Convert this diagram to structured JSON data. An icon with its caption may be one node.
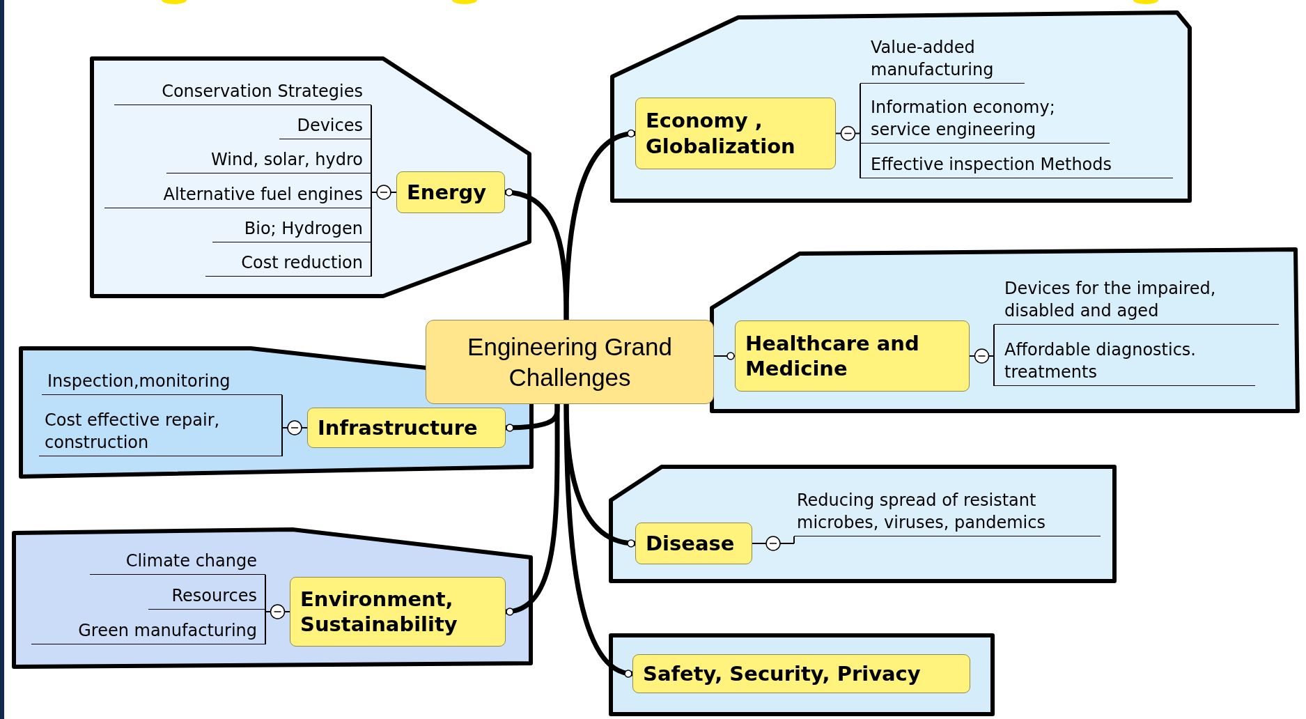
{
  "diagram": {
    "nodes": [
      {
        "text": [
          "Engineering Grand Challenges"
        ]
      },
      {
        "text": [],
        "shape": "box"
      },
      {
        "text": [
          "Energy"
        ],
        "in": 1
      },
      {
        "text": [
          "Conservation Strategies"
        ],
        "in": 1
      },
      {
        "text": [
          "Devices"
        ],
        "in": 1
      },
      {
        "text": [
          "Wind, solar, hydro"
        ],
        "in": 1
      },
      {
        "text": [
          "Alternative fuel engines"
        ],
        "in": 1
      },
      {
        "text": [
          "Bio; Hydrogen"
        ],
        "in": 1
      },
      {
        "text": [
          "Cost reduction"
        ],
        "in": 1
      },
      {
        "text": [],
        "shape": "box"
      },
      {
        "text": [
          "Economy , Globalization"
        ],
        "in": 9
      },
      {
        "text": [
          "Value-added manufacturing"
        ],
        "in": 9
      },
      {
        "text": [
          "Information economy; service engineering"
        ],
        "in": 9
      },
      {
        "text": [
          "Effective inspection Methods"
        ],
        "in": 9
      },
      {
        "text": [],
        "shape": "box"
      },
      {
        "text": [
          "Infrastructure"
        ],
        "in": 14
      },
      {
        "text": [
          "Inspection,monitoring"
        ],
        "in": 14
      },
      {
        "text": [
          "Cost effective repair, construction"
        ],
        "in": 14
      },
      {
        "text": [],
        "shape": "box"
      },
      {
        "text": [
          "Healthcare and Medicine"
        ],
        "in": 18
      },
      {
        "text": [
          "Devices for the impaired, disabled and aged"
        ],
        "in": 18
      },
      {
        "text": [
          "Affordable diagnostics. treatments"
        ],
        "in": 18
      },
      {
        "text": [],
        "shape": "box"
      },
      {
        "text": [
          "Disease"
        ],
        "in": 22
      },
      {
        "text": [
          "Reducing spread of resistant microbes, viruses, pandemics"
        ],
        "in": 22
      },
      {
        "text": [],
        "shape": "box"
      },
      {
        "text": [
          "Environment, Sustainability"
        ],
        "in": 25
      },
      {
        "text": [
          "Climate change"
        ],
        "in": 25
      },
      {
        "text": [
          "Resources"
        ],
        "in": 25
      },
      {
        "text": [
          "Green manufacturing"
        ],
        "in": 25
      },
      {
        "text": [],
        "shape": "box"
      },
      {
        "text": [
          "Safety, Security, Privacy"
        ],
        "in": 30
      }
    ],
    "edges": [
      {
        "from": 0,
        "to": 2,
        "arrow": "other",
        "style": "thick"
      },
      {
        "from": 0,
        "to": 10,
        "arrow": "other",
        "style": "thick"
      },
      {
        "from": 0,
        "to": 15,
        "arrow": "other",
        "style": "thick"
      },
      {
        "from": 0,
        "to": 19,
        "arrow": "other"
      },
      {
        "from": 0,
        "to": 23,
        "arrow": "other",
        "style": "thick"
      },
      {
        "from": 0,
        "to": 26,
        "arrow": "other",
        "style": "thick"
      },
      {
        "from": 0,
        "to": 31,
        "arrow": "other",
        "style": "thick"
      },
      {
        "from": 2,
        "to": 3,
        "arrow": "none"
      },
      {
        "from": 2,
        "to": 4,
        "arrow": "none"
      },
      {
        "from": 2,
        "to": 5,
        "arrow": "none"
      },
      {
        "from": 2,
        "to": 6,
        "arrow": "none"
      },
      {
        "from": 2,
        "to": 7,
        "arrow": "none"
      },
      {
        "from": 2,
        "to": 8,
        "arrow": "none"
      },
      {
        "from": 10,
        "to": 11,
        "arrow": "none"
      },
      {
        "from": 10,
        "to": 12,
        "arrow": "none"
      },
      {
        "from": 10,
        "to": 13,
        "arrow": "none"
      },
      {
        "from": 15,
        "to": 16,
        "arrow": "none"
      },
      {
        "from": 15,
        "to": 17,
        "arrow": "none"
      },
      {
        "from": 19,
        "to": 20,
        "arrow": "none"
      },
      {
        "from": 19,
        "to": 21,
        "arrow": "none"
      },
      {
        "from": 23,
        "to": 24,
        "arrow": "none"
      },
      {
        "from": 26,
        "to": 27,
        "arrow": "none"
      },
      {
        "from": 26,
        "to": 28,
        "arrow": "none"
      },
      {
        "from": 26,
        "to": 29,
        "arrow": "none"
      }
    ]
  }
}
